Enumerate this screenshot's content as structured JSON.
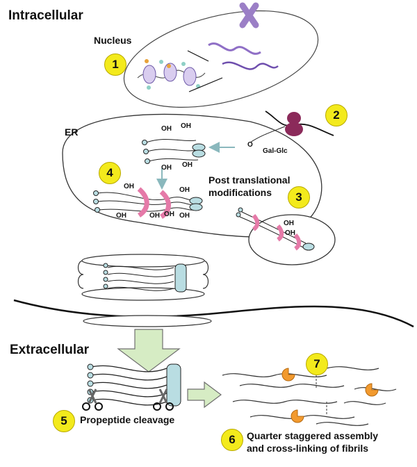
{
  "labels": {
    "intracellular": "Intracellular",
    "nucleus": "Nucleus",
    "er": "ER",
    "gal_glc": "Gal-Glc",
    "ptm": "Post translational\nmodifications",
    "extracellular": "Extracellular",
    "propeptide": "Propeptide cleavage",
    "quarter": "Quarter staggered assembly\nand cross-linking of fibrils",
    "hydroxyl": "OH",
    "oxygen": "O"
  },
  "steps": [
    "1",
    "2",
    "3",
    "4",
    "5",
    "6",
    "7"
  ],
  "colors": {
    "badge_fill": "#f3ea1c",
    "propeptide_blue": "#b9dde2",
    "hydroxylation_pink": "#f2a9c9",
    "ribosome_purple": "#8b2a5a",
    "chromosome_purple": "#9b7fc6",
    "crosslink_orange": "#f29a2e",
    "arrow_green": "#d6ecc4"
  }
}
